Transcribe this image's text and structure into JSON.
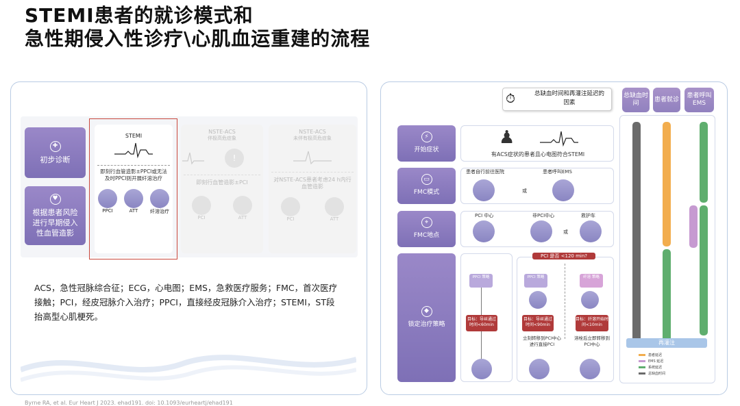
{
  "title": {
    "line1": "STEMI患者的就诊模式和",
    "line2": "急性期侵入性诊疗\\心肌血运重建的流程"
  },
  "left": {
    "side_boxes": [
      "初步诊断",
      "根据患者风险进行早期侵入性血管造影"
    ],
    "stemi": {
      "title": "STEMI",
      "text": "即刻行血管造影±PPCI或无法及时PPCI则开展纤溶治疗",
      "labels": [
        "PPCI",
        "ATT",
        "纤溶治疗"
      ]
    },
    "nste1": {
      "title": "NSTE-ACS",
      "subtitle": "伴极高危症象",
      "text": "即刻行血管造影±PCI",
      "labels": [
        "PCI",
        "ATT"
      ]
    },
    "nste2": {
      "title": "NSTE-ACS",
      "subtitle": "未伴有极高危症象",
      "text": "对NSTE-ACS患者考虑24 h内行血管造影",
      "labels": [
        "PCI",
        "ATT"
      ]
    },
    "abbrev": "ACS，急性冠脉综合征；ECG，心电图；EMS，急救医疗服务；FMC，首次医疗接触；PCI，经皮冠脉介入治疗；PPCI，直接经皮冠脉介入治疗；STEMI，ST段抬高型心肌梗死。"
  },
  "footer": "Byrne RA, et al. Eur Heart J 2023. ehad191. doi: 10.1093/eurheartj/ehad191",
  "right": {
    "callout": "总缺血时间和再灌注延迟的因素",
    "col_heads": [
      "总缺血时间",
      "患者就诊",
      "患者呼叫EMS"
    ],
    "row_heads": [
      "开始症状",
      "FMC模式",
      "FMC地点",
      "锁定治疗策略"
    ],
    "r1_text": "有ACS症状的患者且心电图符合STEMI",
    "r2_left": "患者自行前往医院",
    "r2_right": "患者呼叫EMS",
    "or": "或",
    "r3_a": "PCI 中心",
    "r3_b": "非PCI中心",
    "r3_c": "救护车",
    "question": "PCI 是否 <120 min?",
    "s_left": "PPCI 策略",
    "s_mid": "PPCI 策略",
    "s_right": "纤溶 策略",
    "tag1": "目标：导丝通过时间<60min",
    "tag2": "目标：导丝通过时间<90min",
    "tag3": "目标：纤溶开始时间<10min",
    "txt_mid": "立刻转移到PCI中心进行直接PCI",
    "txt_right": "溶栓后立即转移到PCI中心",
    "reperf": "再灌注",
    "legend": [
      "患者延迟",
      "EMS 延迟",
      "系统延迟",
      "总缺血时间"
    ],
    "colors": {
      "patient": "#f2ad4e",
      "ems": "#c69ad1",
      "system": "#5fae6e",
      "total": "#6b6b6b"
    }
  }
}
